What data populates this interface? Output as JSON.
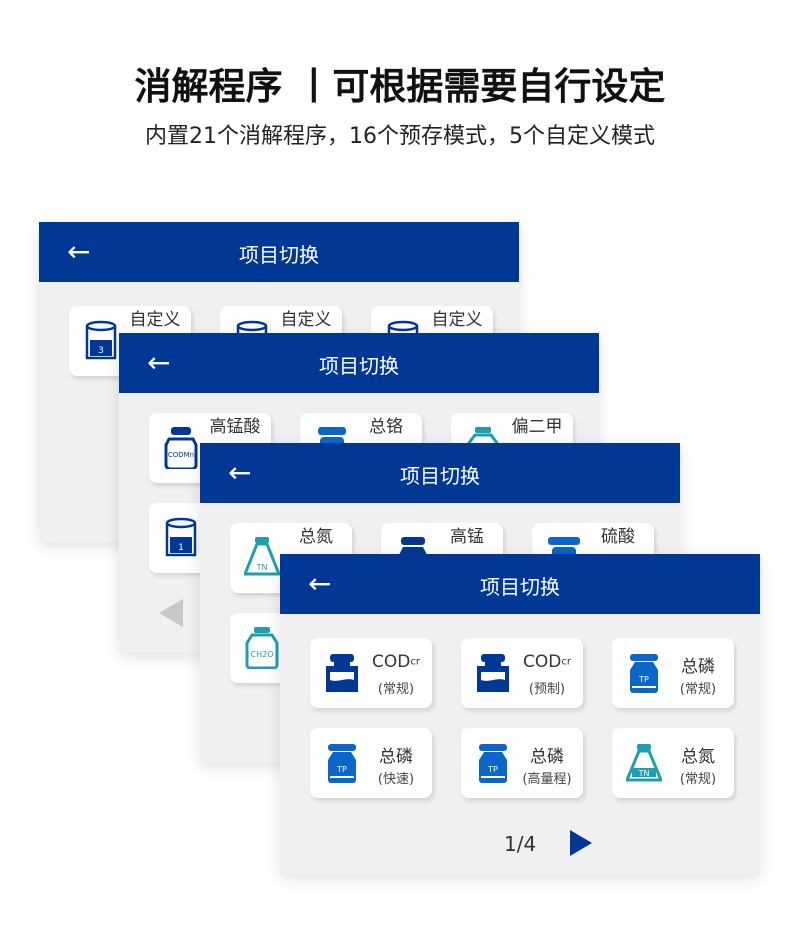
{
  "title": "消解程序 丨可根据需要自行设定",
  "subtitle": "内置21个消解程序，16个预存模式，5个自定义模式",
  "colors": {
    "header": "#023895",
    "navy": "#023895",
    "blue": "#0a66c8",
    "teal": "#1e9fb0"
  },
  "panels": [
    {
      "header": "项目切换",
      "back_icon": "←",
      "cards": [
        {
          "icon": "cylinder-icon",
          "num": "3",
          "l1": "自定义",
          "l2": ""
        },
        {
          "icon": "cylinder-icon",
          "num": "",
          "l1": "自定义",
          "l2": ""
        },
        {
          "icon": "cylinder-icon",
          "num": "",
          "l1": "自定义",
          "l2": ""
        }
      ]
    },
    {
      "header": "项目切换",
      "back_icon": "←",
      "cards": [
        {
          "icon": "bottle-icon",
          "num": "CODMn",
          "l1": "高锰酸",
          "l2": ""
        },
        {
          "icon": "bottle-icon",
          "num": "",
          "l1": "总铬",
          "l2": ""
        },
        {
          "icon": "bottle-icon",
          "num": "",
          "l1": "偏二甲",
          "l2": ""
        },
        {
          "icon": "cylinder-icon",
          "num": "1",
          "l1": "",
          "l2": ""
        }
      ]
    },
    {
      "header": "项目切换",
      "back_icon": "←",
      "cards": [
        {
          "icon": "flask-icon",
          "num": "TN",
          "l1": "总氮",
          "l2": ""
        },
        {
          "icon": "bottle-icon",
          "num": "",
          "l1": "高锰",
          "l2": ""
        },
        {
          "icon": "bottle-icon",
          "num": "",
          "l1": "硫酸",
          "l2": ""
        },
        {
          "icon": "bottle-icon",
          "num": "CH2O",
          "l1": "",
          "l2": ""
        }
      ]
    },
    {
      "header": "项目切换",
      "back_icon": "←",
      "page": "1/4",
      "cards": [
        {
          "icon": "weight-icon",
          "l1": "COD",
          "sub": "cr",
          "l2": "(常规)"
        },
        {
          "icon": "weight-icon",
          "l1": "COD",
          "sub": "cr",
          "l2": "(预制)"
        },
        {
          "icon": "bottle-icon",
          "num": "TP",
          "l1": "总磷",
          "l2": "(常规)"
        },
        {
          "icon": "bottle-icon",
          "num": "TP",
          "l1": "总磷",
          "l2": "(快速)"
        },
        {
          "icon": "bottle-icon",
          "num": "TP",
          "l1": "总磷",
          "l2": "(高量程)"
        },
        {
          "icon": "flask-icon",
          "num": "TN",
          "l1": "总氮",
          "l2": "(常规)"
        }
      ]
    }
  ]
}
